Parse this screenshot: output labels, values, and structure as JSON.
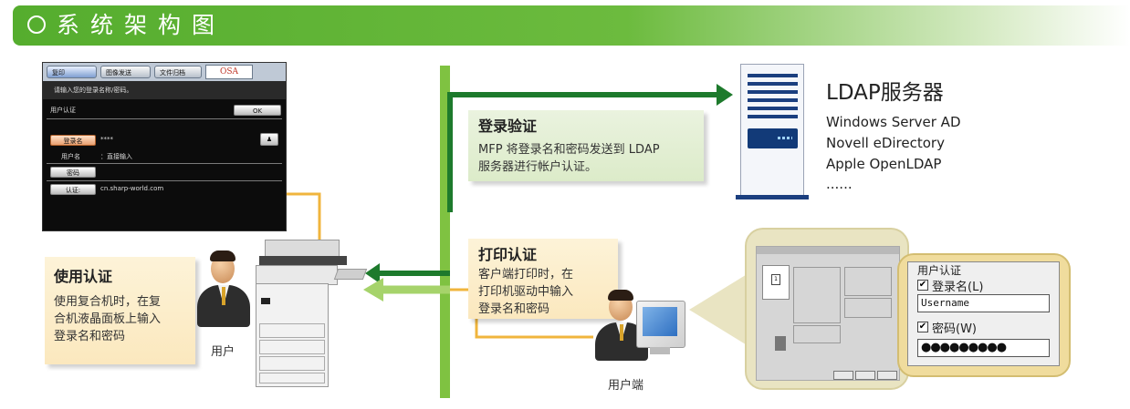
{
  "header": {
    "title": "系统架构图"
  },
  "lcd": {
    "tabs": [
      "复印",
      "图像发送",
      "文件归档"
    ],
    "osa_label": "OSA",
    "message": "请输入您的登录名称/密码。",
    "dialog_title": "用户认证",
    "ok_label": "OK",
    "login_name_button": "登录名",
    "login_name_value": "****",
    "user_name_label": "用户名",
    "user_name_value": "：直接输入",
    "password_button": "密码",
    "auth_button": "认证:",
    "auth_value": "cn.sharp-world.com"
  },
  "ldap_box": {
    "title": "登录验证",
    "line1": "MFP 将登录名和密码发送到 LDAP",
    "line2": "服务器进行帐户认证。"
  },
  "ldap_server": {
    "title": "LDAP服务器",
    "items": [
      "Windows Server AD",
      "Novell eDirectory",
      "Apple OpenLDAP",
      "......"
    ]
  },
  "use_box": {
    "title": "使用认证",
    "line1": "使用复合机时，在复",
    "line2": "合机液晶面板上输入",
    "line3": "登录名和密码"
  },
  "print_box": {
    "title": "打印认证",
    "line1": "客户端打印时，在",
    "line2": "打印机驱动中输入",
    "line3": "登录名和密码"
  },
  "labels": {
    "user": "用户",
    "client": "用户端"
  },
  "credential_panel": {
    "title": "用户认证",
    "login_label": "登录名(L)",
    "username_value": "Username",
    "password_label": "密码(W)",
    "password_value": "●●●●●●●●●"
  },
  "colors": {
    "header_green": "#55ad2e",
    "arrow_green": "#1d7a2c",
    "bar_green": "#7fc241",
    "orange_line": "#f0b53d",
    "server_blue": "#1b3f7f"
  }
}
